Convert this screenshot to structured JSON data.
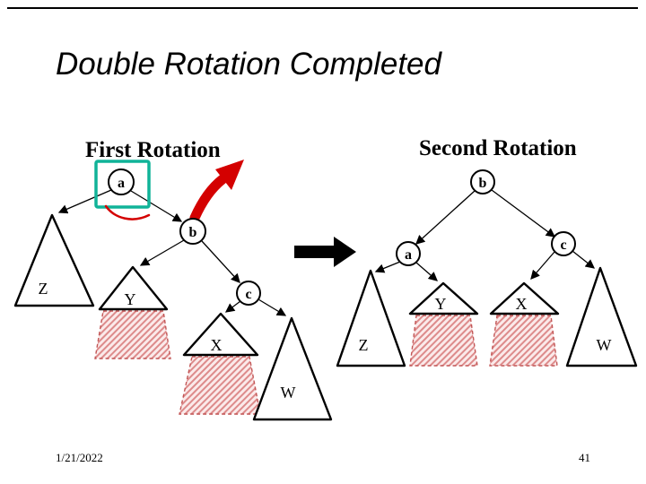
{
  "slide": {
    "title": "Double Rotation Completed",
    "footer": {
      "date": "1/21/2022",
      "page_number": "41"
    }
  },
  "first_rotation": {
    "heading": "First Rotation",
    "node_a": "a",
    "node_b": "b",
    "node_c": "c",
    "subtree_z": "Z",
    "subtree_y": "Y",
    "subtree_x": "X",
    "subtree_w": "W"
  },
  "second_rotation": {
    "heading": "Second Rotation",
    "node_b": "b",
    "node_a": "a",
    "node_c": "c",
    "subtree_z": "Z",
    "subtree_y": "Y",
    "subtree_x": "X",
    "subtree_w": "W"
  },
  "colors": {
    "highlight_box": "#10B398",
    "rotation_arrow": "#D40000",
    "transition_arrow": "#000000"
  }
}
